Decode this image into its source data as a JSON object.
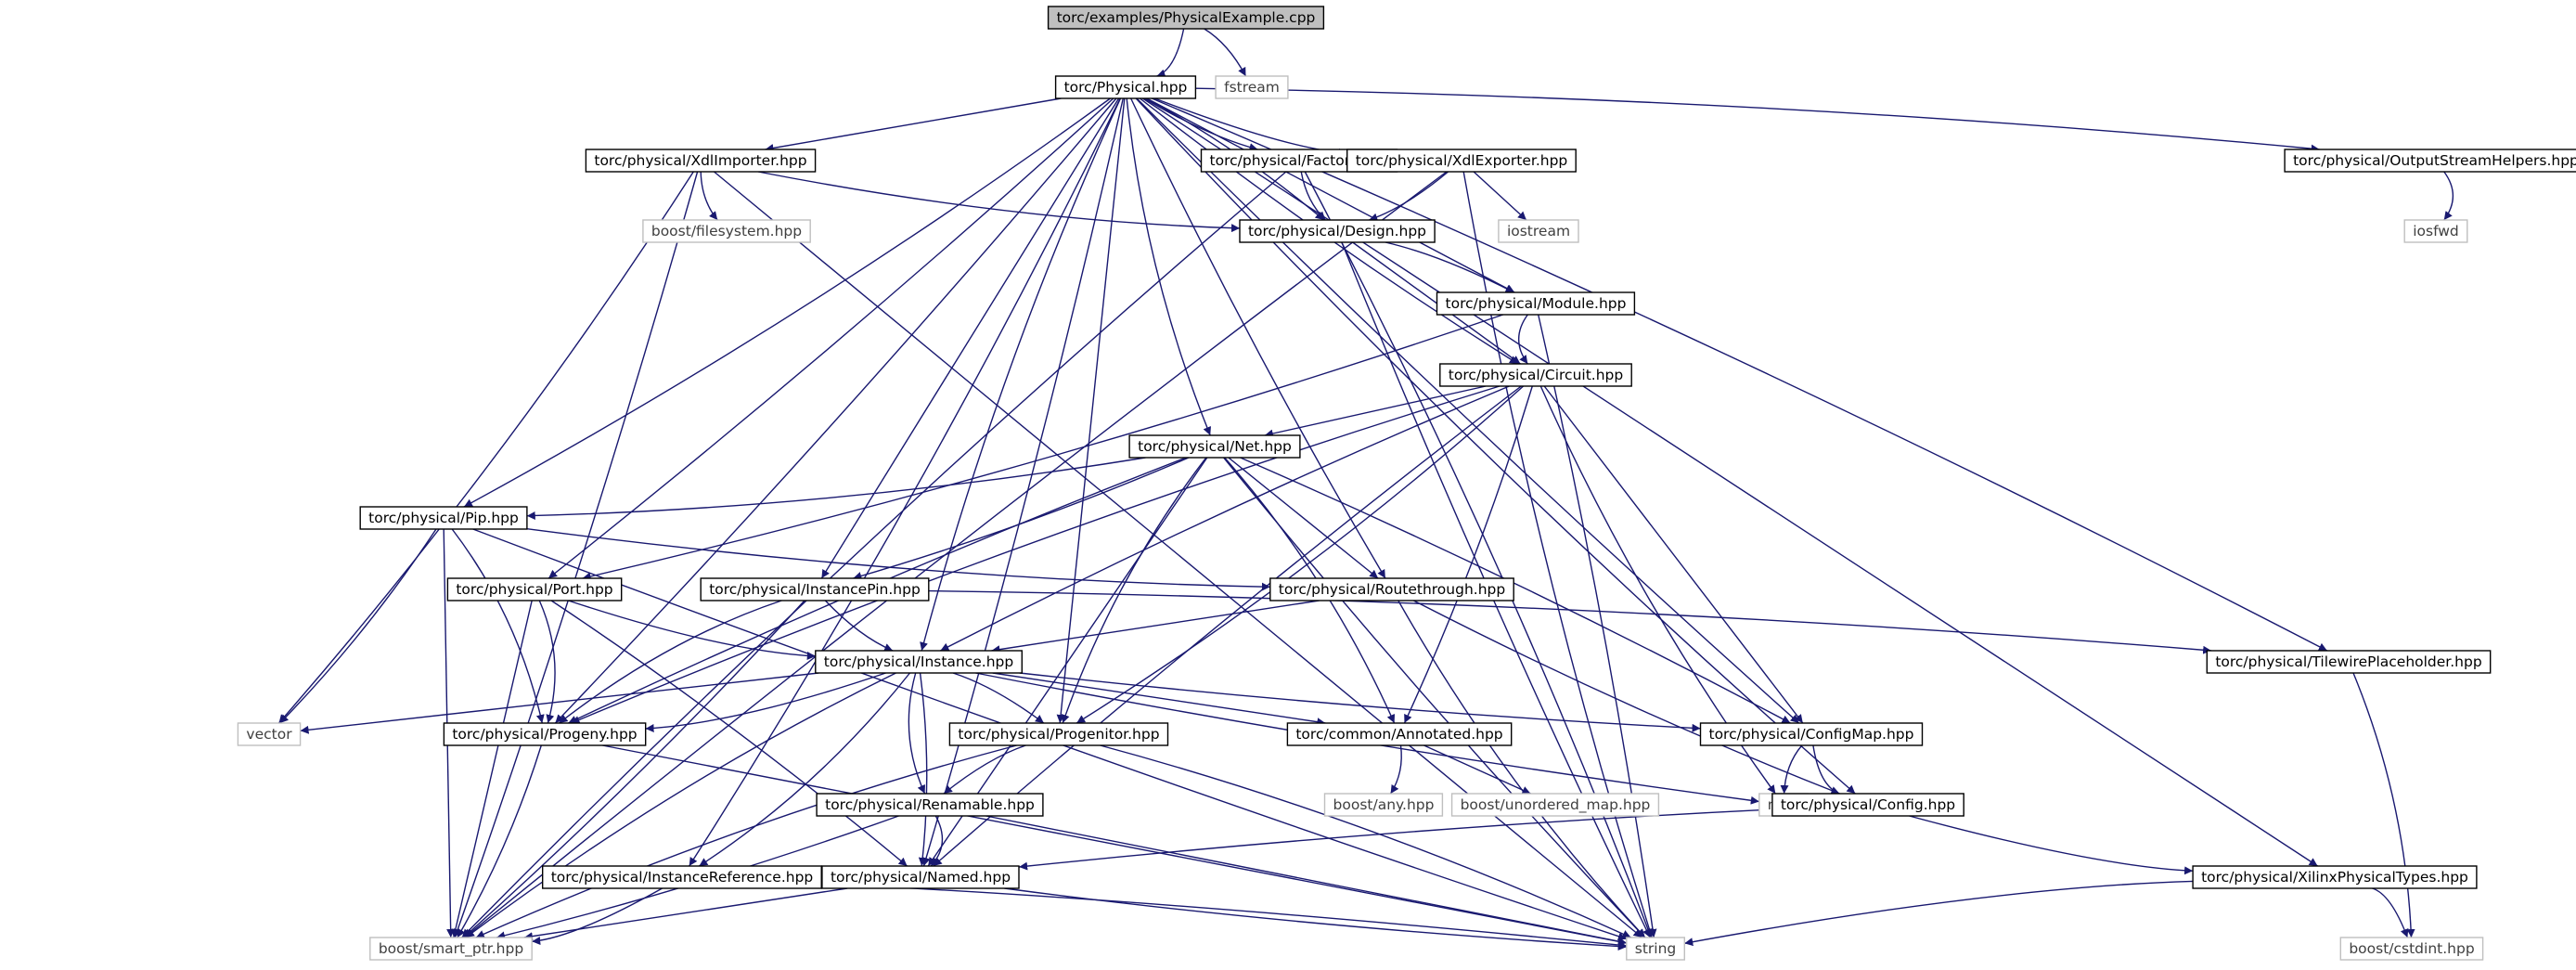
{
  "colors": {
    "edge": "#191970",
    "internal_border": "#000000",
    "internal_fill": "#ffffff",
    "external_border": "#bfbfbf",
    "external_text": "#404040",
    "root_fill": "#bfbfbf",
    "internal_text": "#000000"
  },
  "nodes": [
    {
      "id": "pe",
      "label": "torc/examples/PhysicalExample.cpp",
      "kind": "root"
    },
    {
      "id": "phys",
      "label": "torc/Physical.hpp",
      "kind": "internal"
    },
    {
      "id": "fstream",
      "label": "fstream",
      "kind": "external"
    },
    {
      "id": "xdlimp",
      "label": "torc/physical/XdlImporter.hpp",
      "kind": "internal"
    },
    {
      "id": "factory",
      "label": "torc/physical/Factory.hpp",
      "kind": "internal"
    },
    {
      "id": "xdlexp",
      "label": "torc/physical/XdlExporter.hpp",
      "kind": "internal"
    },
    {
      "id": "osh",
      "label": "torc/physical/OutputStreamHelpers.hpp",
      "kind": "internal"
    },
    {
      "id": "bfs",
      "label": "boost/filesystem.hpp",
      "kind": "external"
    },
    {
      "id": "design",
      "label": "torc/physical/Design.hpp",
      "kind": "internal"
    },
    {
      "id": "iostream",
      "label": "iostream",
      "kind": "external"
    },
    {
      "id": "iosfwd",
      "label": "iosfwd",
      "kind": "external"
    },
    {
      "id": "module",
      "label": "torc/physical/Module.hpp",
      "kind": "internal"
    },
    {
      "id": "circuit",
      "label": "torc/physical/Circuit.hpp",
      "kind": "internal"
    },
    {
      "id": "net",
      "label": "torc/physical/Net.hpp",
      "kind": "internal"
    },
    {
      "id": "pip",
      "label": "torc/physical/Pip.hpp",
      "kind": "internal"
    },
    {
      "id": "port",
      "label": "torc/physical/Port.hpp",
      "kind": "internal"
    },
    {
      "id": "ipin",
      "label": "torc/physical/InstancePin.hpp",
      "kind": "internal"
    },
    {
      "id": "routethrough",
      "label": "torc/physical/Routethrough.hpp",
      "kind": "internal"
    },
    {
      "id": "instance",
      "label": "torc/physical/Instance.hpp",
      "kind": "internal"
    },
    {
      "id": "twp",
      "label": "torc/physical/TilewirePlaceholder.hpp",
      "kind": "internal"
    },
    {
      "id": "vector",
      "label": "vector",
      "kind": "external"
    },
    {
      "id": "progeny",
      "label": "torc/physical/Progeny.hpp",
      "kind": "internal"
    },
    {
      "id": "progenitor",
      "label": "torc/physical/Progenitor.hpp",
      "kind": "internal"
    },
    {
      "id": "annotated",
      "label": "torc/common/Annotated.hpp",
      "kind": "internal"
    },
    {
      "id": "configmap",
      "label": "torc/physical/ConfigMap.hpp",
      "kind": "internal"
    },
    {
      "id": "bany",
      "label": "boost/any.hpp",
      "kind": "external"
    },
    {
      "id": "bumap",
      "label": "boost/unordered_map.hpp",
      "kind": "external"
    },
    {
      "id": "map",
      "label": "map",
      "kind": "external"
    },
    {
      "id": "renamable",
      "label": "torc/physical/Renamable.hpp",
      "kind": "internal"
    },
    {
      "id": "config",
      "label": "torc/physical/Config.hpp",
      "kind": "internal"
    },
    {
      "id": "iref",
      "label": "torc/physical/InstanceReference.hpp",
      "kind": "internal"
    },
    {
      "id": "named",
      "label": "torc/physical/Named.hpp",
      "kind": "internal"
    },
    {
      "id": "xpt",
      "label": "torc/physical/XilinxPhysicalTypes.hpp",
      "kind": "internal"
    },
    {
      "id": "bsp",
      "label": "boost/smart_ptr.hpp",
      "kind": "external"
    },
    {
      "id": "string",
      "label": "string",
      "kind": "external"
    },
    {
      "id": "bcstdint",
      "label": "boost/cstdint.hpp",
      "kind": "external"
    }
  ],
  "edges": [
    [
      "pe",
      "phys"
    ],
    [
      "pe",
      "fstream"
    ],
    [
      "phys",
      "xdlimp"
    ],
    [
      "phys",
      "factory"
    ],
    [
      "phys",
      "xdlexp"
    ],
    [
      "phys",
      "osh"
    ],
    [
      "phys",
      "design"
    ],
    [
      "phys",
      "module"
    ],
    [
      "phys",
      "circuit"
    ],
    [
      "phys",
      "net"
    ],
    [
      "phys",
      "pip"
    ],
    [
      "phys",
      "port"
    ],
    [
      "phys",
      "ipin"
    ],
    [
      "phys",
      "routethrough"
    ],
    [
      "phys",
      "instance"
    ],
    [
      "phys",
      "twp"
    ],
    [
      "phys",
      "progeny"
    ],
    [
      "phys",
      "progenitor"
    ],
    [
      "phys",
      "configmap"
    ],
    [
      "phys",
      "config"
    ],
    [
      "phys",
      "iref"
    ],
    [
      "phys",
      "named"
    ],
    [
      "phys",
      "xpt"
    ],
    [
      "xdlimp",
      "bfs"
    ],
    [
      "xdlimp",
      "design"
    ],
    [
      "xdlimp",
      "vector"
    ],
    [
      "xdlimp",
      "bsp"
    ],
    [
      "xdlimp",
      "string"
    ],
    [
      "factory",
      "design"
    ],
    [
      "factory",
      "bsp"
    ],
    [
      "factory",
      "string"
    ],
    [
      "xdlexp",
      "design"
    ],
    [
      "xdlexp",
      "iostream"
    ],
    [
      "xdlexp",
      "bsp"
    ],
    [
      "xdlexp",
      "string"
    ],
    [
      "osh",
      "iosfwd"
    ],
    [
      "design",
      "module"
    ],
    [
      "design",
      "circuit"
    ],
    [
      "design",
      "string"
    ],
    [
      "module",
      "circuit"
    ],
    [
      "module",
      "port"
    ],
    [
      "module",
      "string"
    ],
    [
      "circuit",
      "net"
    ],
    [
      "circuit",
      "instance"
    ],
    [
      "circuit",
      "progeny"
    ],
    [
      "circuit",
      "progenitor"
    ],
    [
      "circuit",
      "annotated"
    ],
    [
      "circuit",
      "configmap"
    ],
    [
      "circuit",
      "named"
    ],
    [
      "circuit",
      "map"
    ],
    [
      "net",
      "pip"
    ],
    [
      "net",
      "ipin"
    ],
    [
      "net",
      "routethrough"
    ],
    [
      "net",
      "progeny"
    ],
    [
      "net",
      "progenitor"
    ],
    [
      "net",
      "annotated"
    ],
    [
      "net",
      "configmap"
    ],
    [
      "net",
      "named"
    ],
    [
      "net",
      "string"
    ],
    [
      "pip",
      "routethrough"
    ],
    [
      "pip",
      "progeny"
    ],
    [
      "pip",
      "vector"
    ],
    [
      "pip",
      "bsp"
    ],
    [
      "pip",
      "string"
    ],
    [
      "port",
      "instance"
    ],
    [
      "port",
      "progeny"
    ],
    [
      "port",
      "named"
    ],
    [
      "port",
      "bsp"
    ],
    [
      "ipin",
      "instance"
    ],
    [
      "ipin",
      "progeny"
    ],
    [
      "ipin",
      "twp"
    ],
    [
      "ipin",
      "bsp"
    ],
    [
      "routethrough",
      "instance"
    ],
    [
      "routethrough",
      "config"
    ],
    [
      "routethrough",
      "string"
    ],
    [
      "instance",
      "progeny"
    ],
    [
      "instance",
      "progenitor"
    ],
    [
      "instance",
      "annotated"
    ],
    [
      "instance",
      "configmap"
    ],
    [
      "instance",
      "renamable"
    ],
    [
      "instance",
      "iref"
    ],
    [
      "instance",
      "named"
    ],
    [
      "instance",
      "vector"
    ],
    [
      "instance",
      "map"
    ],
    [
      "instance",
      "bsp"
    ],
    [
      "twp",
      "bcstdint"
    ],
    [
      "progeny",
      "bsp"
    ],
    [
      "progeny",
      "string"
    ],
    [
      "progenitor",
      "renamable"
    ],
    [
      "progenitor",
      "bsp"
    ],
    [
      "progenitor",
      "string"
    ],
    [
      "annotated",
      "bany"
    ],
    [
      "annotated",
      "bumap"
    ],
    [
      "configmap",
      "map"
    ],
    [
      "configmap",
      "config"
    ],
    [
      "renamable",
      "named"
    ],
    [
      "renamable",
      "bsp"
    ],
    [
      "renamable",
      "string"
    ],
    [
      "config",
      "named"
    ],
    [
      "config",
      "xpt"
    ],
    [
      "iref",
      "bsp"
    ],
    [
      "iref",
      "string"
    ],
    [
      "named",
      "bsp"
    ],
    [
      "named",
      "string"
    ],
    [
      "xpt",
      "string"
    ],
    [
      "xpt",
      "bcstdint"
    ]
  ]
}
